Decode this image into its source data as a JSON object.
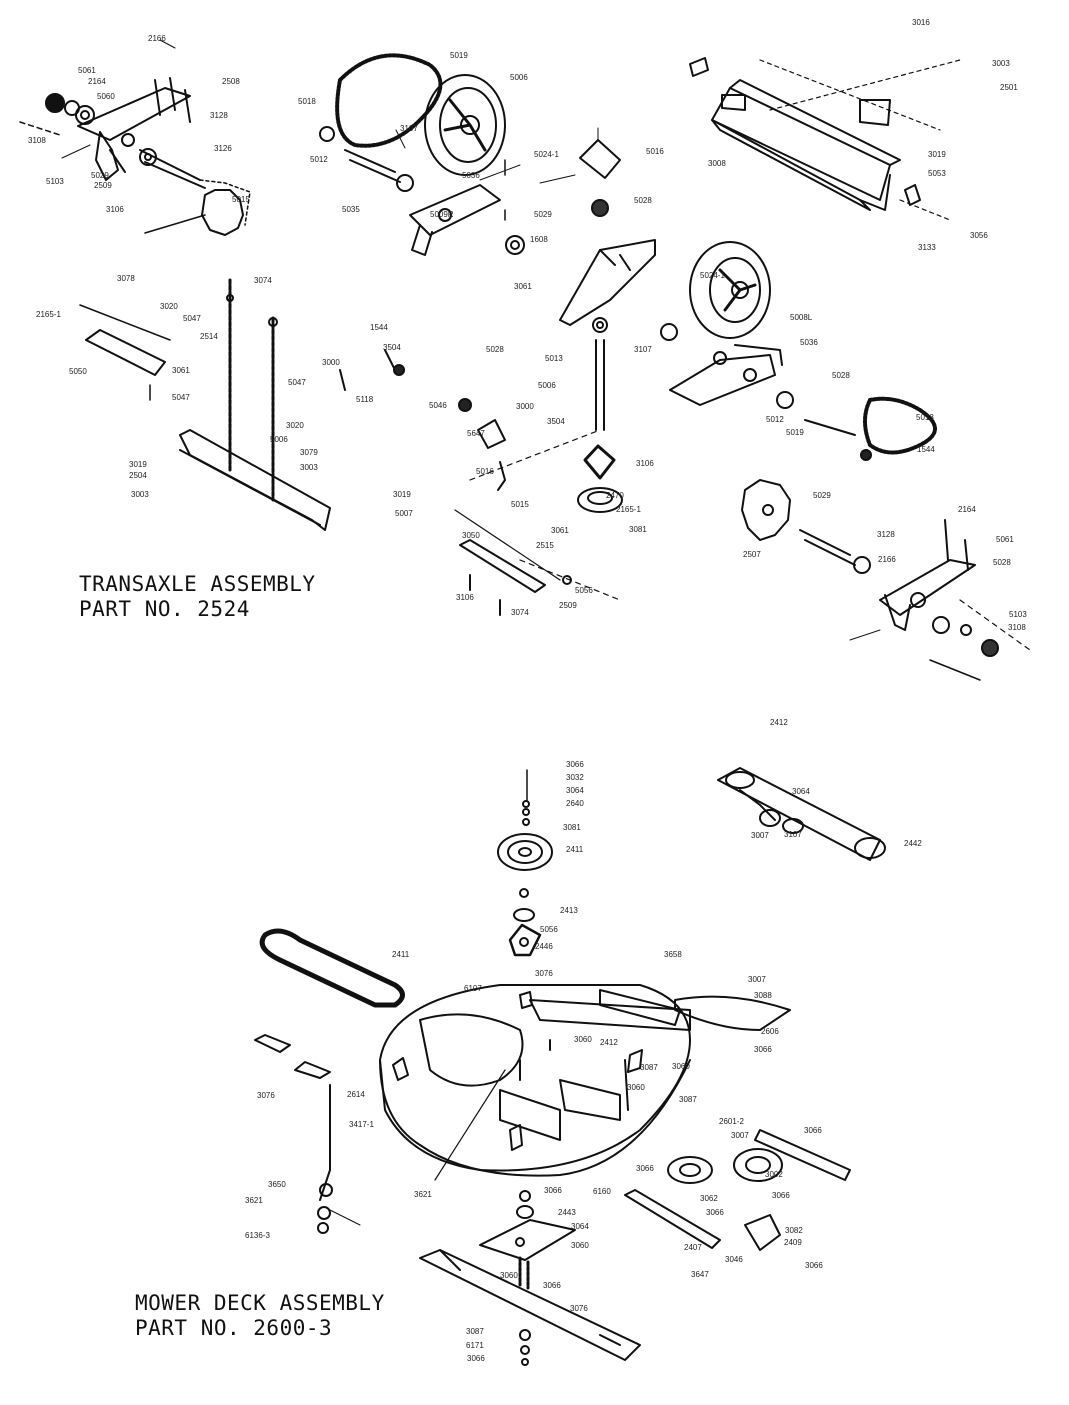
{
  "transaxle": {
    "title_line1": "TRANSAXLE ASSEMBLY",
    "title_line2": "PART NO.  2524",
    "labels": [
      "2166",
      "5061",
      "2164",
      "5060",
      "3108",
      "5103",
      "3128",
      "2508",
      "3126",
      "5029",
      "2509",
      "5015",
      "3106",
      "5019",
      "5018",
      "5012",
      "3107",
      "5006",
      "5036",
      "5035",
      "5009R",
      "5024-1",
      "5016",
      "5029",
      "5028",
      "1608",
      "3016",
      "3003",
      "2501",
      "3008",
      "3019",
      "5053",
      "3133",
      "3056",
      "3078",
      "3074",
      "2165-1",
      "3020",
      "5047",
      "2514",
      "5050",
      "3061",
      "5047",
      "1544",
      "3504",
      "3000",
      "5118",
      "5046",
      "5047",
      "3020",
      "5006",
      "3079",
      "3003",
      "3019",
      "2504",
      "3003",
      "3019",
      "5007",
      "3061",
      "5028",
      "5013",
      "5006",
      "3107",
      "5024-1",
      "5008L",
      "5036",
      "5028",
      "5012",
      "5019",
      "5018",
      "1544",
      "3000",
      "5647",
      "3504",
      "5016",
      "3106",
      "5015",
      "2470",
      "3081",
      "3050",
      "3106",
      "5056",
      "2165-1",
      "3061",
      "2515",
      "3074",
      "2509",
      "5029",
      "2507",
      "3128",
      "2166",
      "5028",
      "2164",
      "5061",
      "5103",
      "3108"
    ]
  },
  "deck": {
    "title_line1": "MOWER DECK ASSEMBLY",
    "title_line2": "PART NO. 2600-3",
    "labels": [
      "3066",
      "3032",
      "3064",
      "2640",
      "3081",
      "2411",
      "2412",
      "3064",
      "3107",
      "3007",
      "2442",
      "2411",
      "2413",
      "5056",
      "2446",
      "3076",
      "3658",
      "6107",
      "3007",
      "3088",
      "2606",
      "3066",
      "2412",
      "3060",
      "3087",
      "3060",
      "3060",
      "3087",
      "3076",
      "2614",
      "3417-1",
      "3650",
      "3621",
      "6136-3",
      "3621",
      "2601-2",
      "3007",
      "3066",
      "3066",
      "3002",
      "3066",
      "2443",
      "6160",
      "3064",
      "3060",
      "3060",
      "3066",
      "3076",
      "3087",
      "6171",
      "3066",
      "3062",
      "3066",
      "2407",
      "3046",
      "3647",
      "3066",
      "3082",
      "2409",
      "3066"
    ]
  }
}
